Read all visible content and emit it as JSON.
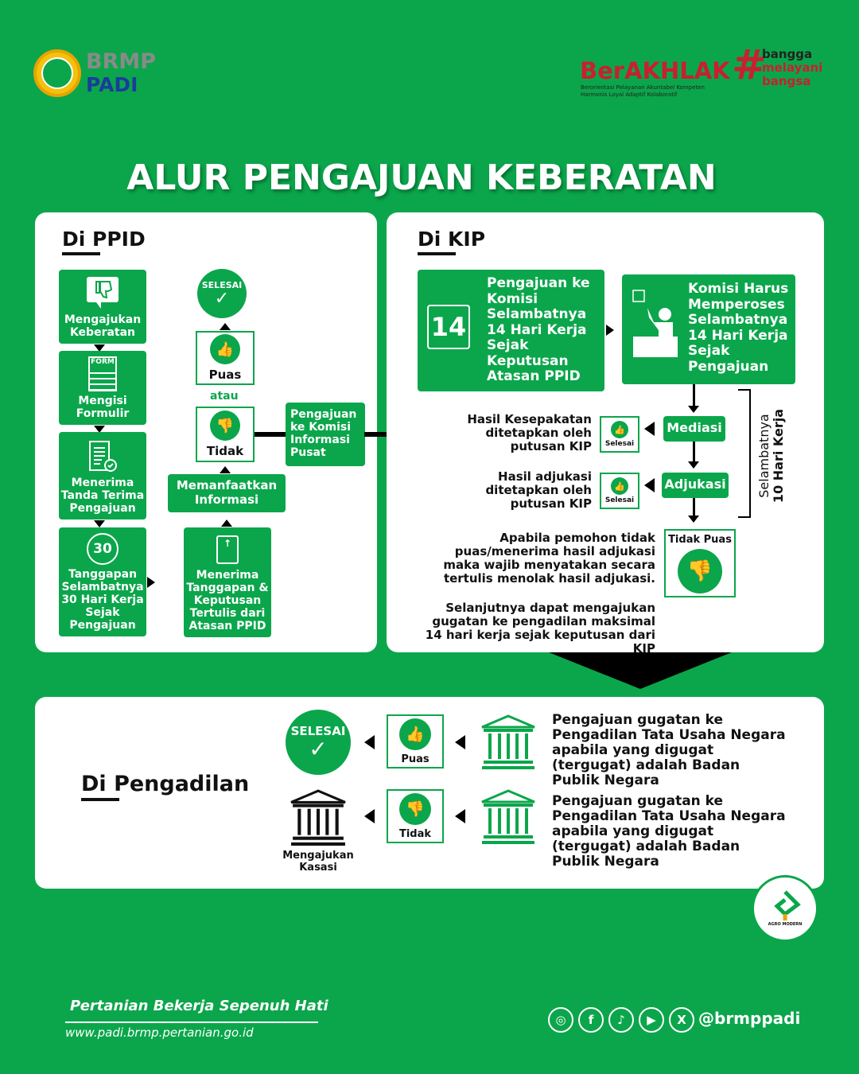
{
  "header": {
    "logo_top": "BRMP",
    "logo_bottom": "PADI",
    "berakhlak": "BerAKHLAK",
    "berakhlak_sub1": "Berorientasi Pelayanan Akuntabel Kompeten",
    "berakhlak_sub2": "Harmonis Loyal Adaptif Kolaboratif",
    "hashtag": [
      "bangga",
      "melayani",
      "bangsa"
    ]
  },
  "title": "ALUR PENGAJUAN KEBERATAN",
  "ppid": {
    "heading": "Di PPID",
    "steps": [
      "Mengajukan Keberatan",
      "Mengisi Formulir",
      "Menerima Tanda Terima Pengajuan",
      "Tanggapan Selambatnya 30 Hari Kerja Sejak Pengajuan"
    ],
    "form_label": "FORM",
    "days_label": "30",
    "selesai": "SELESAI",
    "puas": "Puas",
    "atau": "atau",
    "tidak": "Tidak",
    "memanfaatkan": "Memanfaatkan Informasi",
    "menerima_tanggapan": "Menerima Tanggapan & Keputusan Tertulis dari Atasan PPID",
    "pengajuan_kip": "Pengajuan ke Komisi Informasi Pusat"
  },
  "kip": {
    "heading": "Di KIP",
    "days14": "14",
    "box1": "Pengajuan ke Komisi Selambatnya 14 Hari Kerja Sejak Keputusan Atasan PPID",
    "box2": "Komisi Harus Memperoses Selambatnya 14 Hari Kerja Sejak Pengajuan",
    "mediasi": "Mediasi",
    "adjukasi": "Adjukasi",
    "selesai": "Selesai",
    "mediasi_result": "Hasil Kesepakatan ditetapkan oleh putusan KIP",
    "adjukasi_result": "Hasil adjukasi ditetapkan oleh putusan KIP",
    "bracket_top": "Selambatnya",
    "bracket_bottom": "10 Hari Kerja",
    "tidak_puas": "Tidak Puas",
    "note1": "Apabila pemohon tidak puas/menerima hasil adjukasi maka wajib menyatakan secara tertulis menolak hasil adjukasi.",
    "note2": "Selanjutnya dapat mengajukan gugatan ke pengadilan maksimal 14 hari kerja sejak keputusan dari KIP"
  },
  "court": {
    "heading": "Di Pengadilan",
    "selesai": "SELESAI",
    "puas": "Puas",
    "tidak": "Tidak",
    "kasasi": "Mengajukan Kasasi",
    "text1": "Pengajuan gugatan ke Pengadilan Tata Usaha Negara apabila yang digugat (tergugat) adalah Badan Publik Negara",
    "text2": "Pengajuan gugatan ke Pengadilan Tata Usaha Negara apabila yang digugat (tergugat) adalah Badan Publik Negara"
  },
  "badge": "AGRO MODERN",
  "footer": {
    "tagline": "Pertanian Bekerja Sepenuh Hati",
    "url": "www.padi.brmp.pertanian.go.id",
    "handle": "@brmppadi",
    "socials": [
      "instagram",
      "facebook",
      "tiktok",
      "youtube",
      "x"
    ]
  },
  "colors": {
    "green": "#0ba64b",
    "red": "#c8202e",
    "blue": "#1b3c9c"
  }
}
